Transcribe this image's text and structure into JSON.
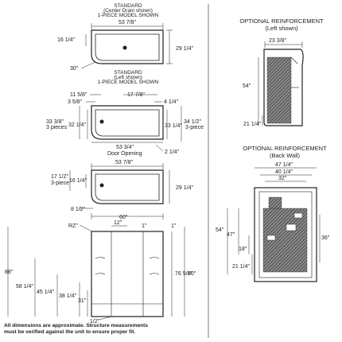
{
  "views": {
    "top1": {
      "title_l1": "STANDARD",
      "title_l2": "(Center Drain shown)",
      "title_l3": "1-PIECE MODEL SHOWN",
      "width": "53 7/8\"",
      "left_depth": "16 1/4\"",
      "right_depth": "29 1/4\"",
      "radius": "30\""
    },
    "top2": {
      "title_l1": "STANDARD",
      "title_l2": "(Left shown)",
      "title_l3": "1-PIECE MODEL SHOWN",
      "dim_a": "11 5/8\"",
      "dim_b": "17 7/8\"",
      "dim_c": "3 5/8\"",
      "dim_d": "4 1/4\"",
      "left_outer": "33 3/8\"",
      "left_outer_sub": "3 pieces",
      "left_inner": "32 1/4\"",
      "right_inner": "33 1/4\"",
      "right_outer": "34 1/2\"",
      "right_outer_sub": "3-piece",
      "door_width": "53 3/4\"",
      "door_label": "Door Opening",
      "bottom_right": "2 1/4\""
    },
    "top3": {
      "width": "53 7/8\"",
      "left_outer": "17 1/2\"",
      "left_outer_sub": "3-piece",
      "left_inner": "16 1/4\"",
      "right_depth": "29 1/4\"",
      "bottom_left": "8 1/2\""
    },
    "front": {
      "width": "60\"",
      "rz": "RZ\"",
      "center_w": "12\"",
      "right_top_a": "1\"",
      "right_top_b": "1\"",
      "height_total": "88\"",
      "height_a": "58 1/4\"",
      "height_b": "45 1/4\"",
      "height_c": "38 1/4\"",
      "height_d": "31\"",
      "height_e": "76 5/8\"",
      "height_f": "80\"",
      "bottom": "1/2\""
    }
  },
  "reinforcement_side": {
    "title_l1": "OPTIONAL REINFORCEMENT",
    "title_l2": "(Left shown)",
    "width": "23 3/8\"",
    "height": "54\"",
    "bottom": "21 1/4\""
  },
  "reinforcement_back": {
    "title_l1": "OPTIONAL REINFORCEMENT",
    "title_l2": "(Back Wall)",
    "width_a": "47 1/4\"",
    "width_b": "40 1/4\"",
    "width_c": "32\"",
    "height_a": "54\"",
    "height_b": "47\"",
    "height_c": "18\"",
    "height_d": "21 1/4\"",
    "height_right": "36\""
  },
  "note": {
    "line1": "All dimensions are approximate. Structure measurements",
    "line2": "must be verified against the unit to ensure proper fit."
  }
}
